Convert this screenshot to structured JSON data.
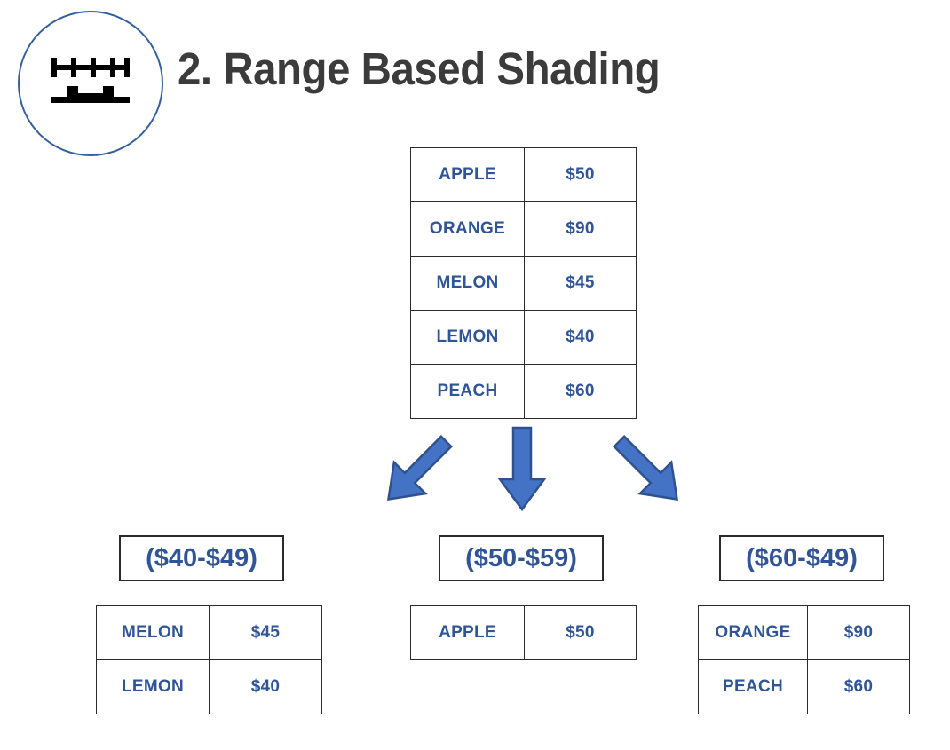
{
  "header": {
    "title": "2. Range Based Shading",
    "icon_name": "range-ruler-icon",
    "circle_color": "#33609C",
    "title_color": "#3B3B3B"
  },
  "colors": {
    "text_blue": "#2F5597",
    "border_dark": "#2B2B2B",
    "arrow_fill": "#4472C4",
    "arrow_stroke": "#2F528F"
  },
  "source_table": {
    "name": "source-price-table",
    "rows": [
      {
        "fruit": "APPLE",
        "price": "$50"
      },
      {
        "fruit": "ORANGE",
        "price": "$90"
      },
      {
        "fruit": "MELON",
        "price": "$45"
      },
      {
        "fruit": "LEMON",
        "price": "$40"
      },
      {
        "fruit": "PEACH",
        "price": "$60"
      }
    ]
  },
  "arrows": [
    {
      "name": "arrow-down-left",
      "direction": "down-left"
    },
    {
      "name": "arrow-down",
      "direction": "down"
    },
    {
      "name": "arrow-down-right",
      "direction": "down-right"
    }
  ],
  "buckets": [
    {
      "label": "($40-$49)",
      "rows": [
        {
          "fruit": "MELON",
          "price": "$45"
        },
        {
          "fruit": "LEMON",
          "price": "$40"
        }
      ]
    },
    {
      "label": "($50-$59)",
      "rows": [
        {
          "fruit": "APPLE",
          "price": "$50"
        }
      ]
    },
    {
      "label": "($60-$49)",
      "rows": [
        {
          "fruit": "ORANGE",
          "price": "$90"
        },
        {
          "fruit": "PEACH",
          "price": "$60"
        }
      ]
    }
  ]
}
